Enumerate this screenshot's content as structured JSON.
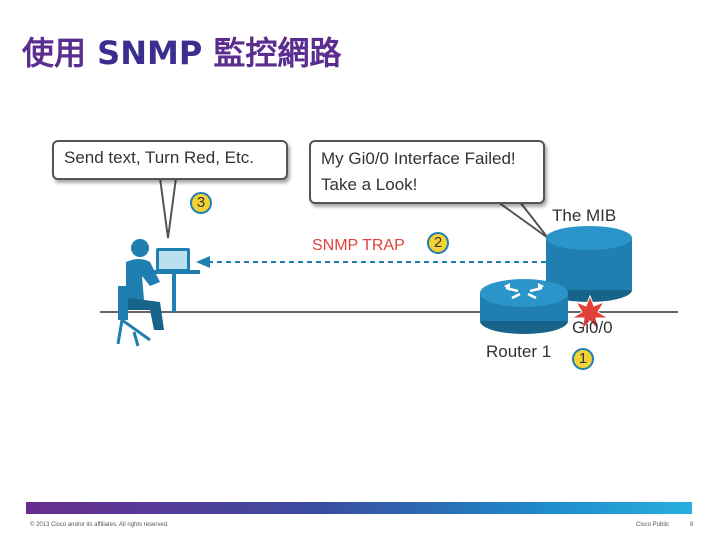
{
  "title": {
    "prefix": "使用 ",
    "protocol": "SNMP",
    "suffix": " 監控網路"
  },
  "diagram": {
    "callout_manager": "Send text, Turn Red, Etc.",
    "callout_router_line1": "My Gi0/0 Interface Failed!",
    "callout_router_line2": "Take a Look!",
    "mib_label": "The MIB",
    "trap_label": "SNMP TRAP",
    "interface_label": "Gi0/0",
    "router_label": "Router 1",
    "steps": [
      "1",
      "2",
      "3"
    ]
  },
  "footer": {
    "copyright": "© 2013 Cisco and/or its affiliates. All rights reserved.",
    "classification": "Cisco Public",
    "page": "8"
  },
  "colors": {
    "title": "#5b2d8e",
    "trap": "#e0413a",
    "router": "#1f7fb0",
    "badge": "#f5d233"
  }
}
